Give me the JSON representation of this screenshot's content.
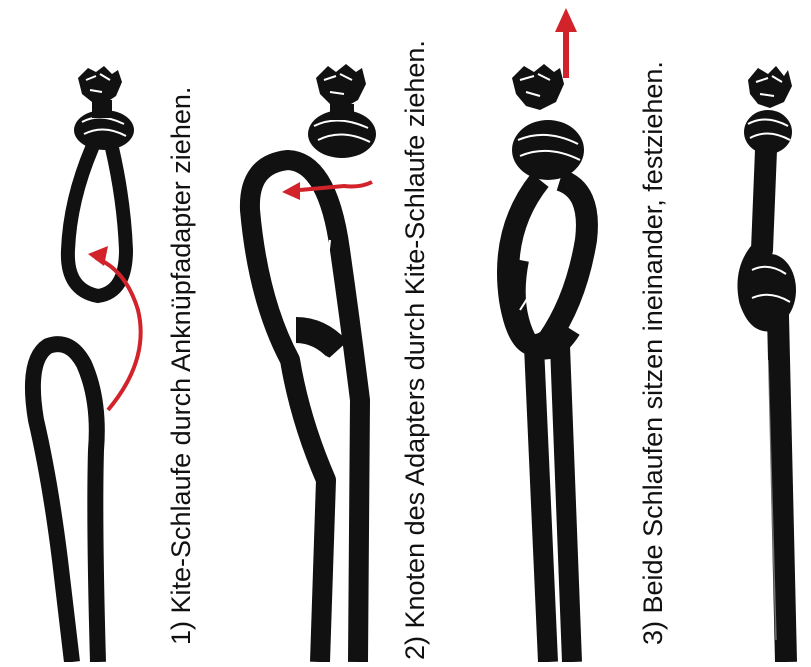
{
  "steps": [
    {
      "label": "1) Kite-Schlaufe durch Anknüpfadapter ziehen."
    },
    {
      "label": "2) Knoten des Adapters durch Kite-Schlaufe ziehen."
    },
    {
      "label": "3) Beide Schlaufen sitzen ineinander, festziehen."
    }
  ],
  "colors": {
    "line": "#111111",
    "arrow": "#d2232a",
    "highlight": "#ffffff"
  }
}
